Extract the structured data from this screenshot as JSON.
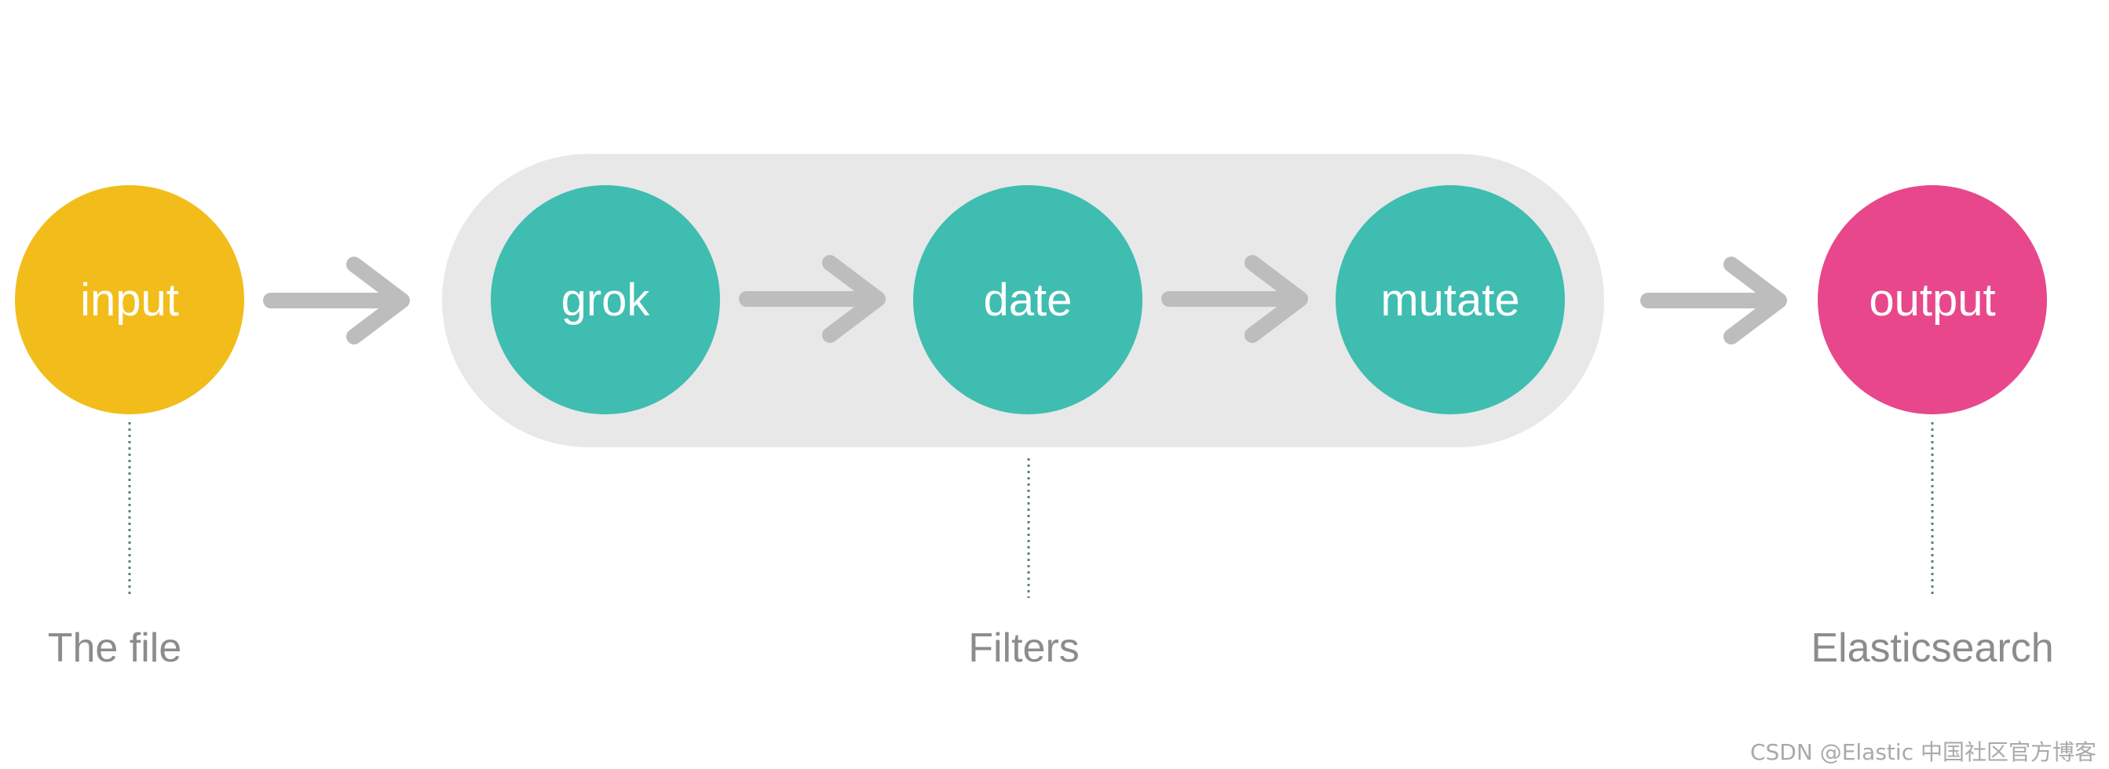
{
  "nodes": {
    "input": {
      "label": "input",
      "color": "#f2bd1b"
    },
    "grok": {
      "label": "grok",
      "color": "#3fbdb1"
    },
    "date": {
      "label": "date",
      "color": "#3fbdb1"
    },
    "mutate": {
      "label": "mutate",
      "color": "#3fbdb1"
    },
    "output": {
      "label": "output",
      "color": "#e8488b"
    }
  },
  "filters_group_color": "#e8e8e8",
  "connector_color": "#bdbdbd",
  "captions": {
    "input": "The file",
    "filters": "Filters",
    "output": "Elasticsearch"
  },
  "watermark": "CSDN @Elastic 中国社区官方博客"
}
